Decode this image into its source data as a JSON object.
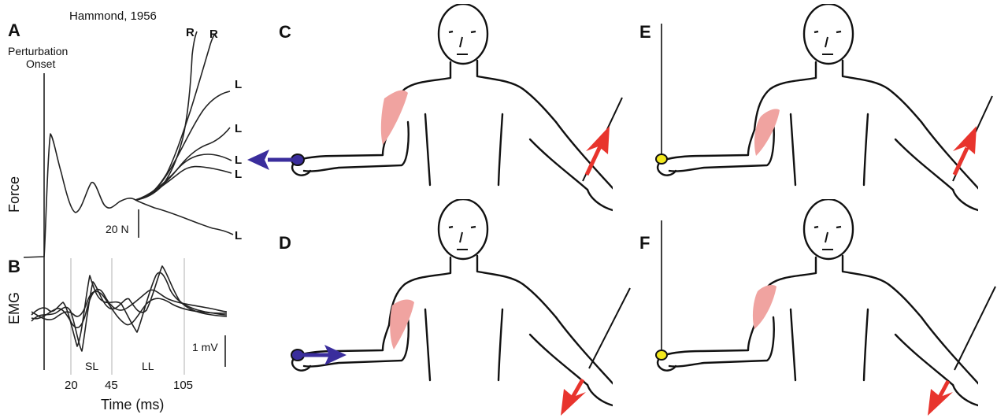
{
  "left_panel": {
    "label_a": "A",
    "label_b": "B",
    "citation": "Hammond, 1956",
    "onset_line1": "Perturbation",
    "onset_line2": "Onset",
    "force_label": "Force",
    "emg_label": "EMG",
    "force_scale": "20 N",
    "emg_scale": "1 mV",
    "sl_label": "SL",
    "ll_label": "LL",
    "tick_20": "20",
    "tick_45": "45",
    "tick_105": "105",
    "time_label": "Time (ms)",
    "trace_labels": [
      "R",
      "R",
      "L",
      "L",
      "L",
      "L",
      "L"
    ]
  },
  "right_panels": {
    "labels": [
      "C",
      "D",
      "E",
      "F"
    ]
  },
  "colors": {
    "blue_arrow": "#3a2d9c",
    "red_arrow": "#e8342d",
    "muscle": "#f0a3a0",
    "yellow_handle": "#f2e81e"
  }
}
